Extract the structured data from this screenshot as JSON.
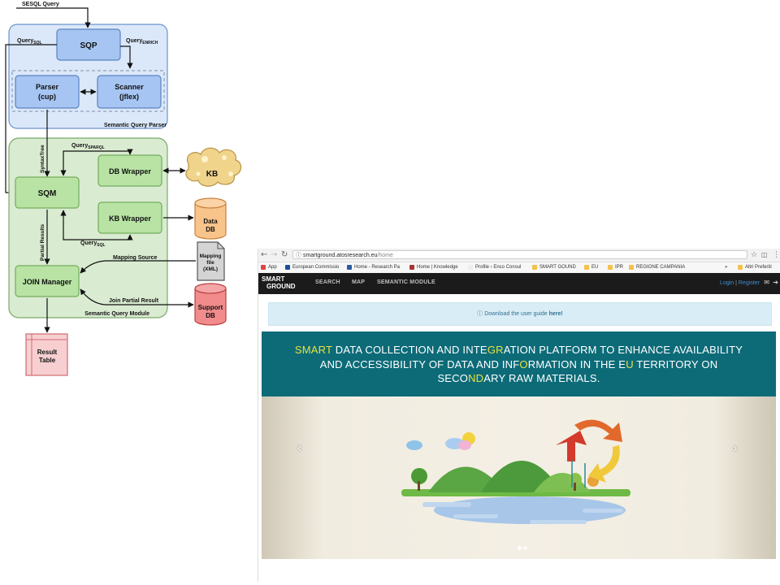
{
  "diagram": {
    "input_label": "SESQL Query",
    "sqp": "SQP",
    "query_sql_left": "Query",
    "query_sql_left_sub": "SQL",
    "query_enrich": "Query",
    "query_enrich_sub": "ENRICH",
    "parser": [
      "Parser",
      "(cup)"
    ],
    "scanner": [
      "Scanner",
      "(jflex)"
    ],
    "parser_group": "Semantic Query Parser",
    "syntax_tree": "SyntaxTree",
    "query_sparql": "Query",
    "query_sparql_sub": "SPARQL",
    "db_wrapper": "DB Wrapper",
    "kb": "KB",
    "sqm": "SQM",
    "kb_wrapper": "KB Wrapper",
    "data_db": [
      "Data",
      "DB"
    ],
    "partial_results": "Partial Results",
    "query_sql_bottom": "Query",
    "query_sql_bottom_sub": "SQL",
    "mapping_source": "Mapping Source",
    "mapping_file": [
      "Mapping",
      "file",
      "(XML)"
    ],
    "join_manager": "JOIN Manager",
    "join_partial": "Join Partial Result",
    "module_group": "Semantic Query Module",
    "support_db": [
      "Support",
      "DB"
    ],
    "result_table": [
      "Result",
      "Table"
    ]
  },
  "browser": {
    "url_host": "smartground.atosresearch.eu",
    "url_path": "/home",
    "bookmarks": [
      {
        "label": "App",
        "color": "#d44"
      },
      {
        "label": "European Commissio",
        "color": "#1a4fa0"
      },
      {
        "label": "Home - Research Pa",
        "color": "#2b5aa8"
      },
      {
        "label": "Home | Knowledge",
        "color": "#a33"
      },
      {
        "label": "Profile › Enco Consul",
        "color": "#eee"
      },
      {
        "label": "SMART GOUND",
        "color": "#f3c24b"
      },
      {
        "label": "EU",
        "color": "#f3c24b"
      },
      {
        "label": "IPR",
        "color": "#f3c24b"
      },
      {
        "label": "REGIONE CAMPANIA",
        "color": "#f3c24b"
      }
    ],
    "bookmarks_more": "»",
    "other_bookmarks": "Altri Preferiti",
    "logo_line1": "SMART",
    "logo_line2": "GROUND",
    "nav": [
      "SEARCH",
      "MAP",
      "SEMANTIC MODULE"
    ],
    "login": "Login",
    "register": "Register",
    "alert_prefix": "Download the user guide",
    "alert_link": "here!",
    "banner_parts": [
      {
        "t": "SMART",
        "hl": true
      },
      {
        "t": " DATA COLLECTION AND INTE",
        "hl": false
      },
      {
        "t": "GR",
        "hl": true
      },
      {
        "t": "ATION PLATFORM TO ENHANCE AVAILABILITY AND ACCESSIBILITY OF DATA AND INF",
        "hl": false
      },
      {
        "t": "O",
        "hl": true
      },
      {
        "t": "RMATION IN THE E",
        "hl": false
      },
      {
        "t": "U",
        "hl": true
      },
      {
        "t": " TERRITORY ON SECO",
        "hl": false
      },
      {
        "t": "ND",
        "hl": true
      },
      {
        "t": "ARY RAW MATERIALS.",
        "hl": false
      }
    ],
    "carousel_prev": "‹",
    "carousel_next": "›",
    "colors": {
      "navbar": "#1b1b1b",
      "banner": "#0d6b78",
      "highlight": "#e8e23c",
      "link": "#3a8fd8",
      "alert_bg": "#d9edf7"
    }
  }
}
